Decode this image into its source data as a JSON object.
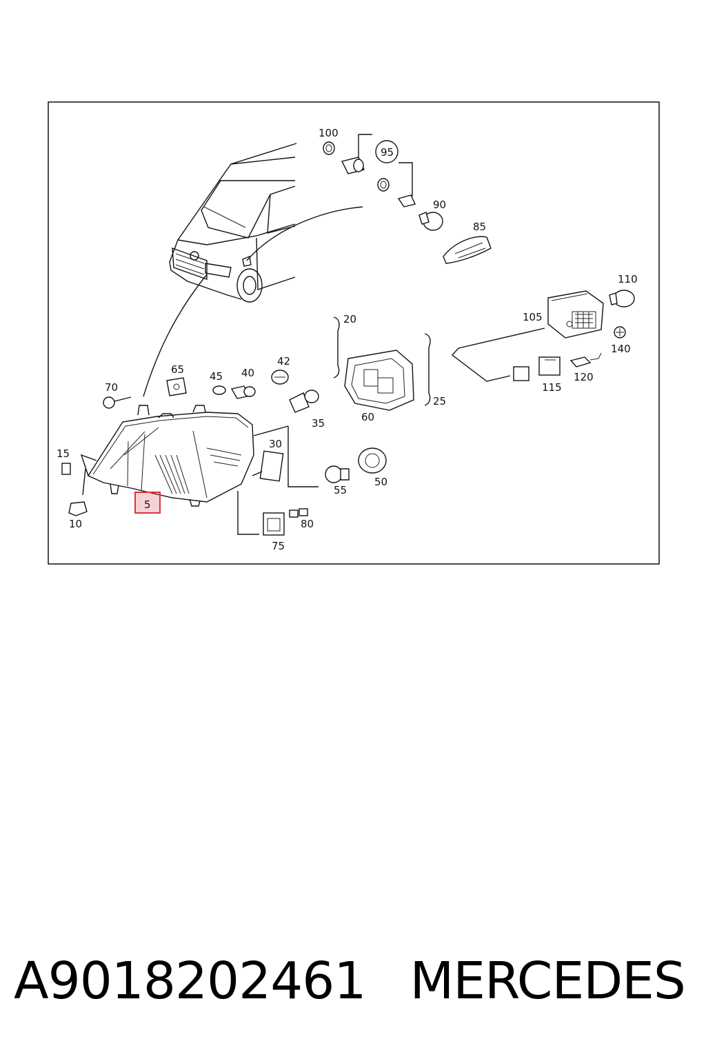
{
  "diagram": {
    "callouts": [
      "100",
      "95",
      "90",
      "85",
      "110",
      "105",
      "140",
      "20",
      "25",
      "60",
      "115",
      "120",
      "65",
      "45",
      "40",
      "42",
      "70",
      "35",
      "30",
      "15",
      "55",
      "50",
      "5",
      "10",
      "80",
      "75"
    ],
    "highlight_color": "#d9333f"
  },
  "caption": {
    "part_number": "A9018202461",
    "brand": "MERCEDES"
  }
}
